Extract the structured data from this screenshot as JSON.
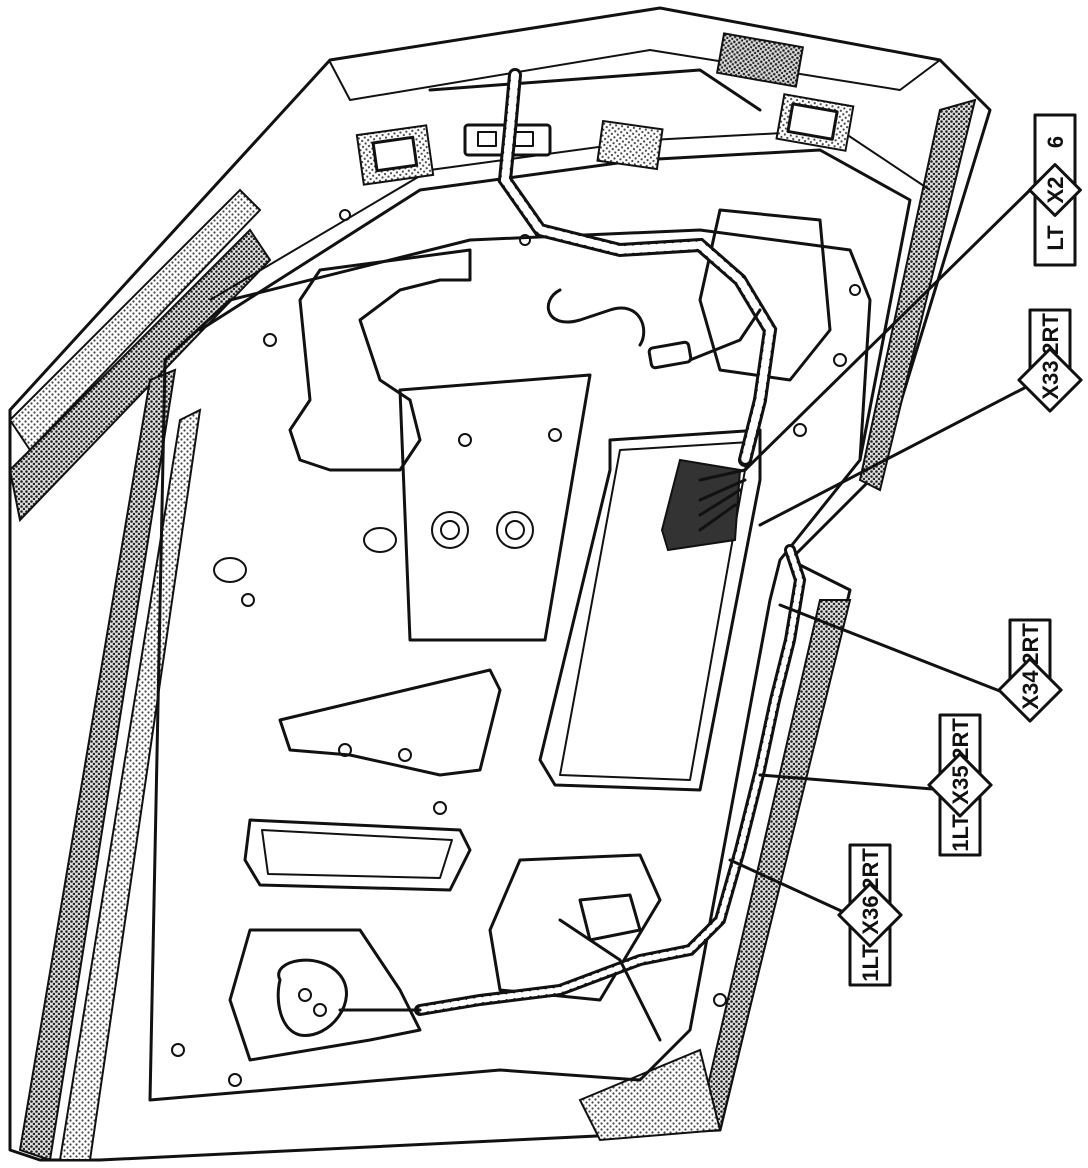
{
  "connectors": [
    {
      "id": "X2",
      "left": "LT",
      "right": "6"
    },
    {
      "id": "X33",
      "left": "",
      "right": "2RT"
    },
    {
      "id": "X34",
      "left": "",
      "right": "2RT"
    },
    {
      "id": "X35",
      "left": "1LT",
      "right": "2RT"
    },
    {
      "id": "X36",
      "left": "1LT",
      "right": "2RT"
    }
  ],
  "colors": {
    "line": "#111111",
    "background": "#ffffff",
    "stipple": "#555555"
  }
}
